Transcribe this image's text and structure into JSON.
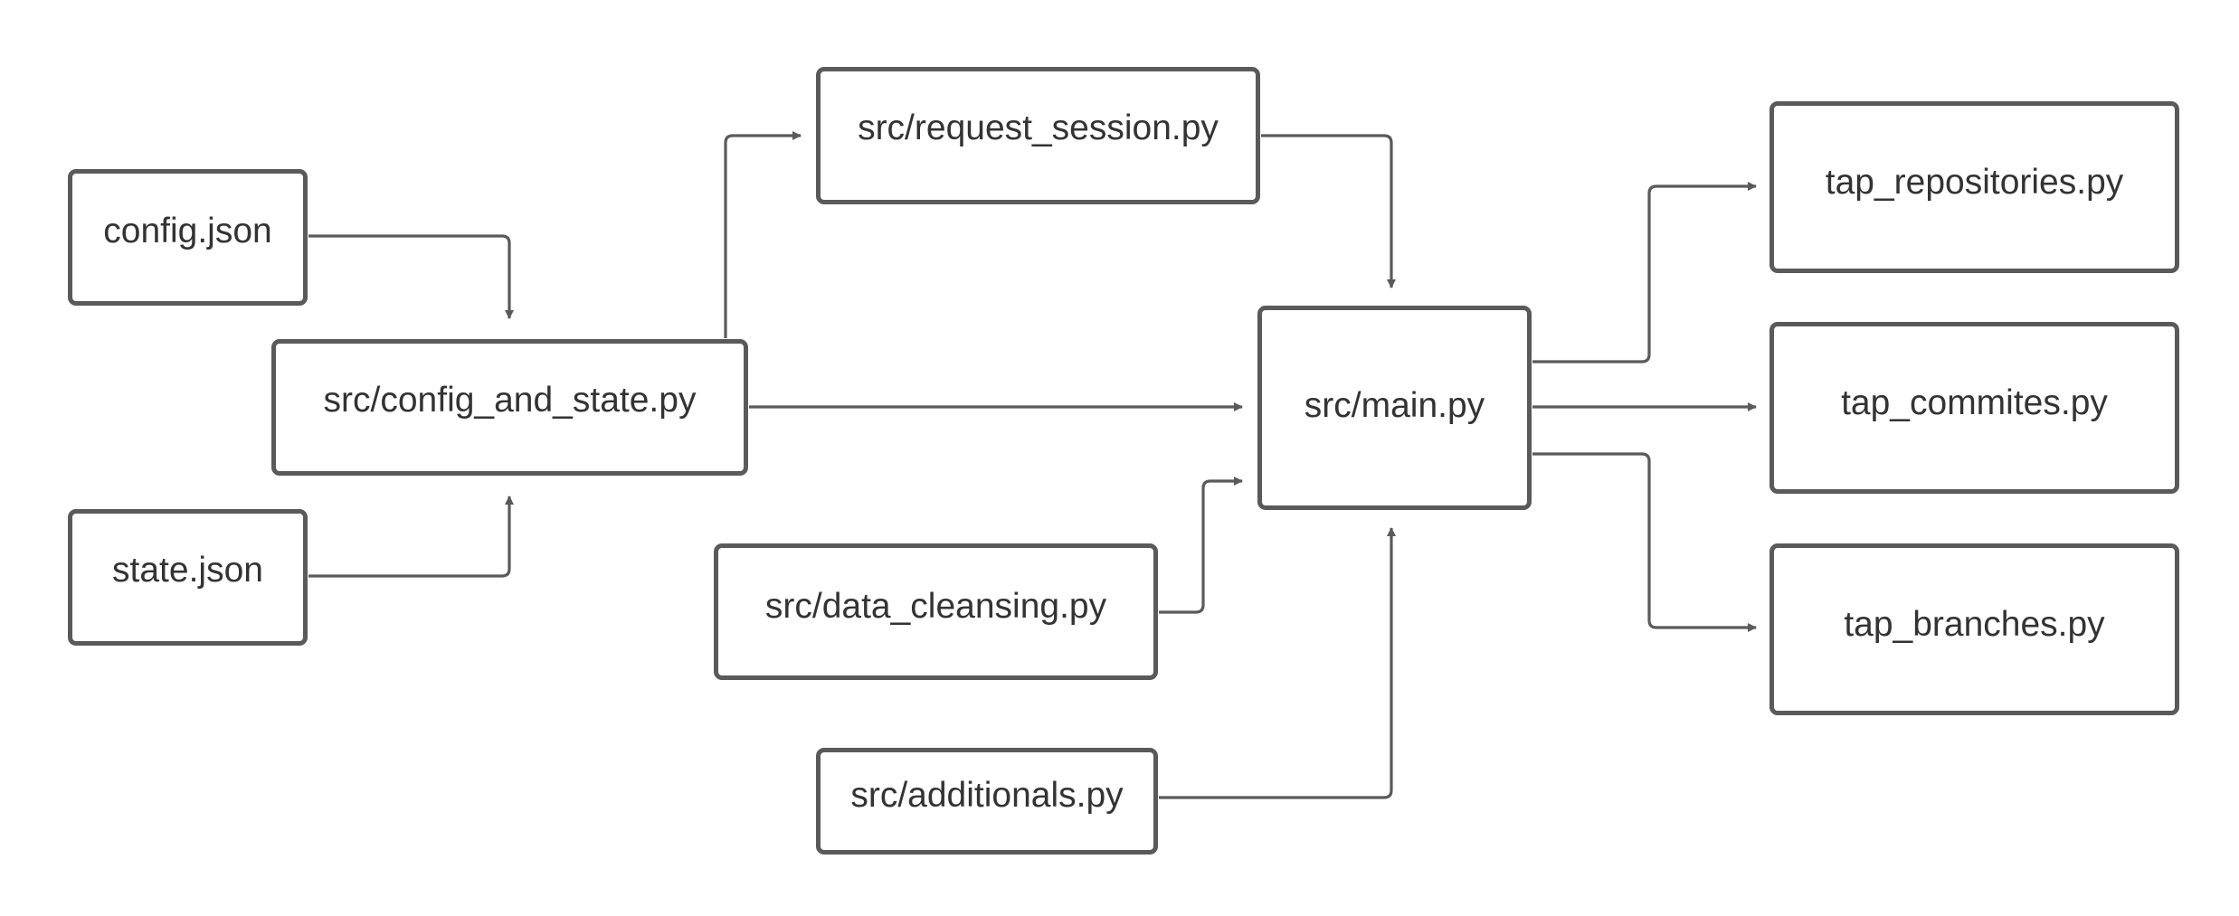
{
  "diagram": {
    "colors": {
      "stroke": "#5a5a5a",
      "text": "#333333",
      "background": "#ffffff"
    },
    "nodes": {
      "config_json": "config.json",
      "state_json": "state.json",
      "config_and_state": "src/config_and_state.py",
      "request_session": "src/request_session.py",
      "data_cleansing": "src/data_cleansing.py",
      "additionals": "src/additionals.py",
      "main": "src/main.py",
      "tap_repositories": "tap_repositories.py",
      "tap_commites": "tap_commites.py",
      "tap_branches": "tap_branches.py"
    },
    "edges": [
      {
        "from": "config.json",
        "to": "src/config_and_state.py"
      },
      {
        "from": "state.json",
        "to": "src/config_and_state.py"
      },
      {
        "from": "src/config_and_state.py",
        "to": "src/request_session.py"
      },
      {
        "from": "src/config_and_state.py",
        "to": "src/main.py"
      },
      {
        "from": "src/request_session.py",
        "to": "src/main.py"
      },
      {
        "from": "src/data_cleansing.py",
        "to": "src/main.py"
      },
      {
        "from": "src/additionals.py",
        "to": "src/main.py"
      },
      {
        "from": "src/main.py",
        "to": "tap_repositories.py"
      },
      {
        "from": "src/main.py",
        "to": "tap_commites.py"
      },
      {
        "from": "src/main.py",
        "to": "tap_branches.py"
      }
    ]
  }
}
